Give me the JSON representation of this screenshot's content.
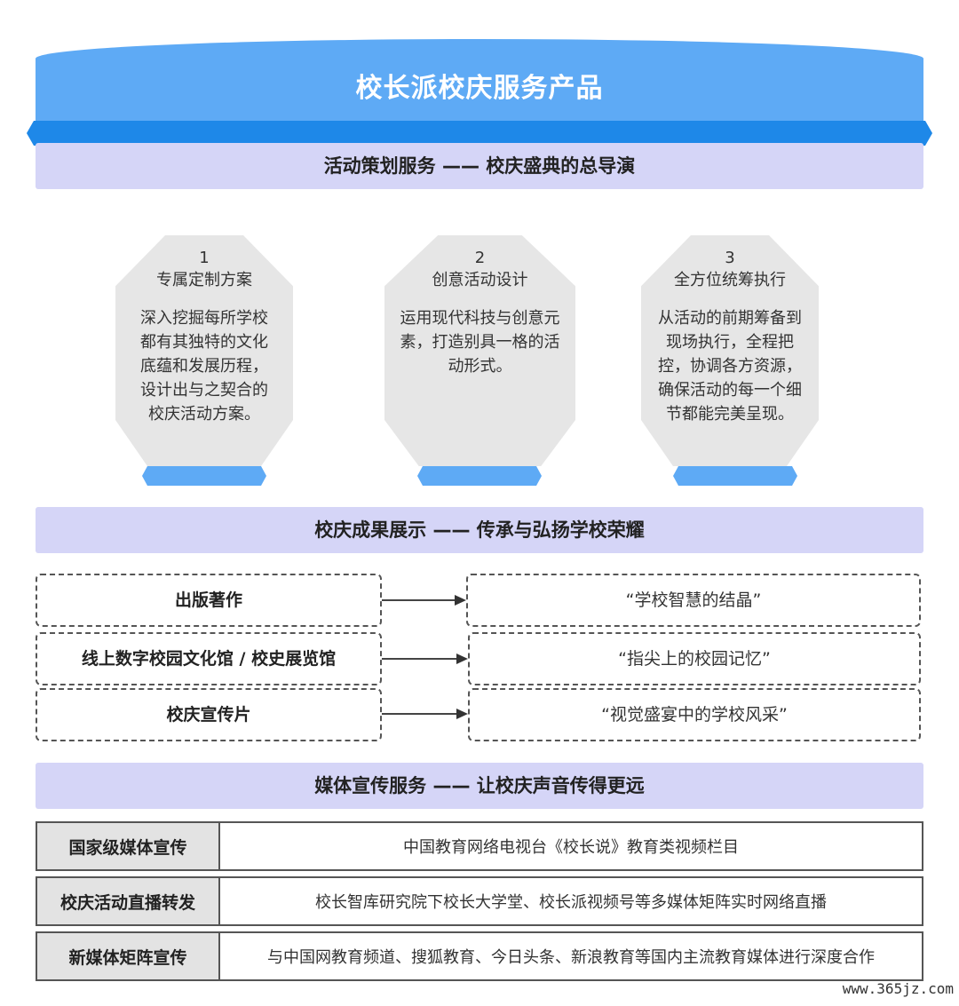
{
  "title": "校长派校庆服务产品",
  "sections": [
    {
      "title": "活动策划服务 —— 校庆盛典的总导演"
    },
    {
      "title": "校庆成果展示 —— 传承与弘扬学校荣耀"
    },
    {
      "title": "媒体宣传服务 —— 让校庆声音传得更远"
    }
  ],
  "cards": [
    {
      "num": "1",
      "title": "专属定制方案",
      "lines": [
        "深入挖掘每所学校",
        "都有其独特的文化",
        "底蕴和发展历程，",
        "设计出与之契合的",
        "校庆活动方案。"
      ]
    },
    {
      "num": "2",
      "title": "创意活动设计",
      "lines": [
        "运用现代科技与创意元",
        "素，打造别具一格的活",
        "动形式。"
      ]
    },
    {
      "num": "3",
      "title": "全方位统筹执行",
      "lines": [
        "从活动的前期筹备到",
        "现场执行，全程把",
        "控，协调各方资源，",
        "确保活动的每一个细",
        "节都能完美呈现。"
      ]
    }
  ],
  "showcase": [
    {
      "left": "出版著作",
      "right": "“学校智慧的结晶”"
    },
    {
      "left": "线上数字校园文化馆 / 校史展览馆",
      "right": "“指尖上的校园记忆”"
    },
    {
      "left": "校庆宣传片",
      "right": "“视觉盛宴中的学校风采”"
    }
  ],
  "media": [
    {
      "label": "国家级媒体宣传",
      "value": "中国教育网络电视台《校长说》教育类视频栏目"
    },
    {
      "label": "校庆活动直播转发",
      "value": "校长智库研究院下校长大学堂、校长派视频号等多媒体矩阵实时网络直播"
    },
    {
      "label": "新媒体矩阵宣传",
      "value": "与中国网教育频道、搜狐教育、今日头条、新浪教育等国内主流教育媒体进行深度合作"
    }
  ],
  "watermark": "www.365jz.com",
  "colors": {
    "banner": "#5eaaf5",
    "banner_bar": "#1e88e8",
    "section_bg": "#d5d5f7",
    "card_bg": "#e6e6e6"
  }
}
